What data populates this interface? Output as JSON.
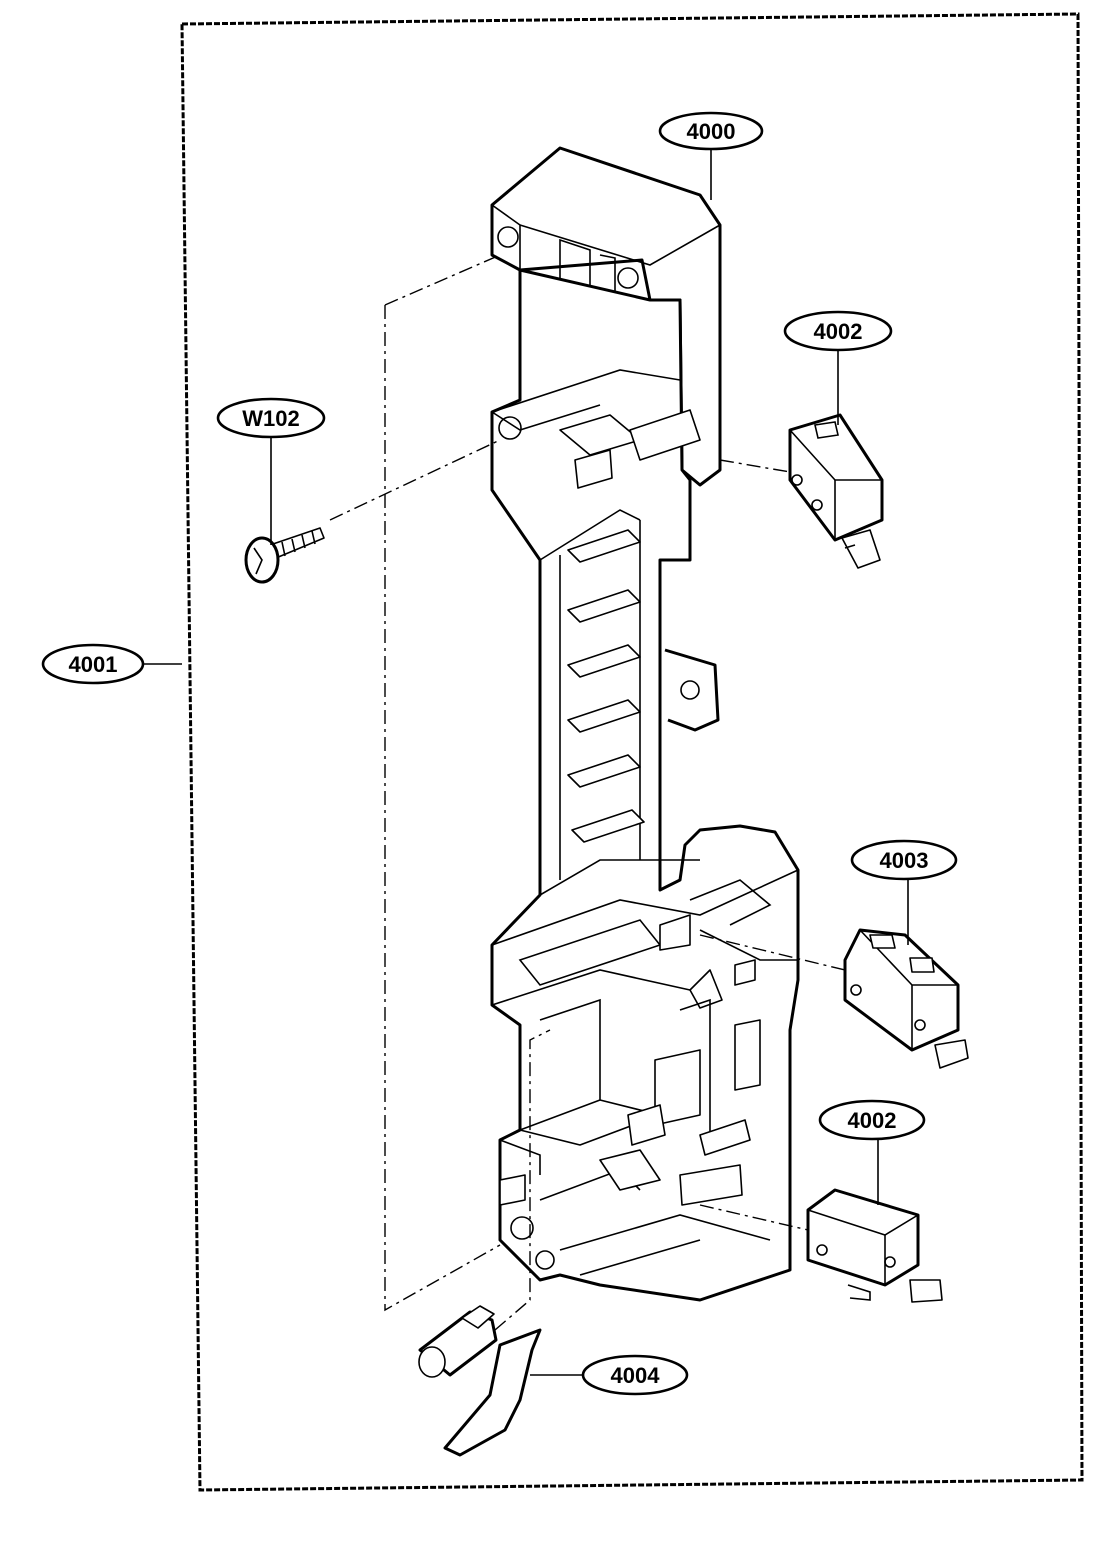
{
  "callouts": {
    "part_4000": "4000",
    "part_4001": "4001",
    "part_4002_upper": "4002",
    "part_4002_lower": "4002",
    "part_4003": "4003",
    "part_4004": "4004",
    "part_w102": "W102"
  }
}
